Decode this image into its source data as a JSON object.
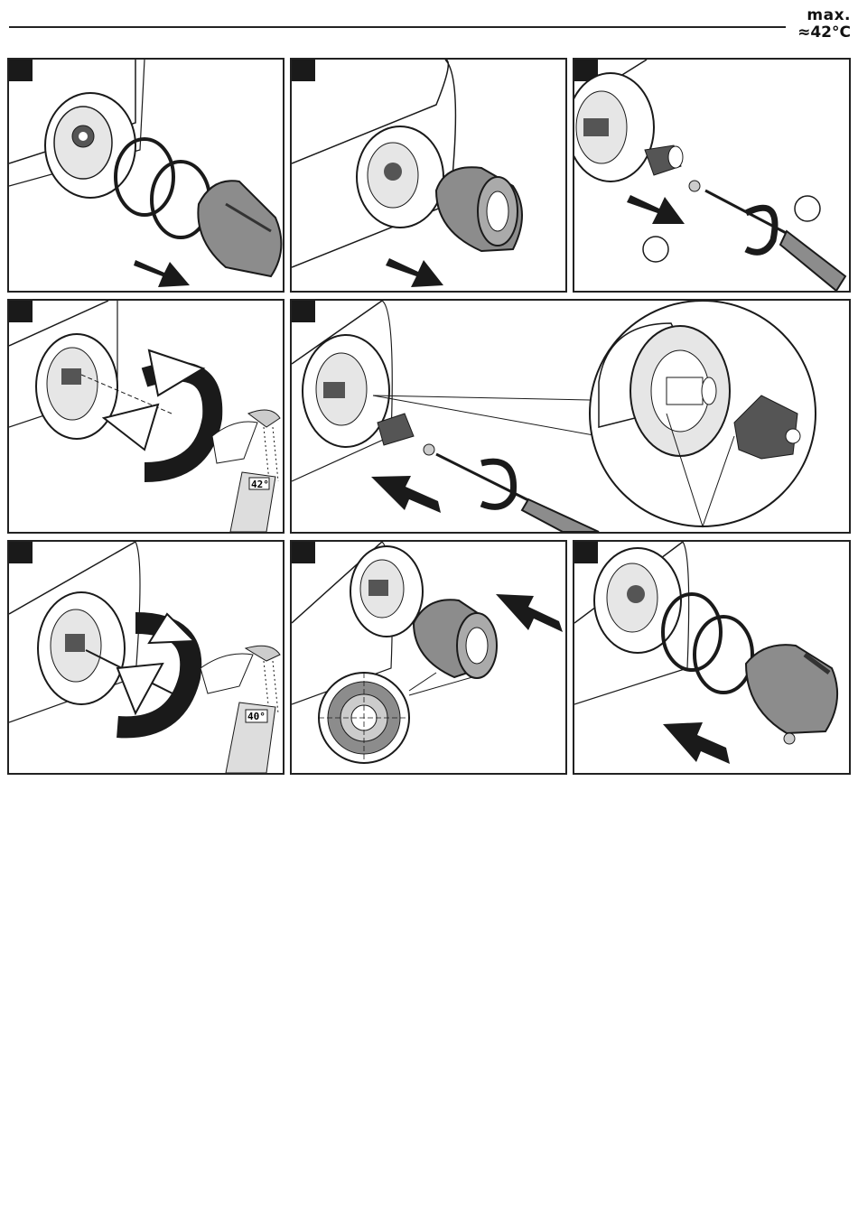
{
  "header": {
    "max_label": "max.",
    "temp_label": "≈42°C"
  },
  "panels": {
    "p4": {
      "display": "42°"
    },
    "p6": {
      "display": "40°"
    }
  },
  "colors": {
    "line": "#1a1a1a",
    "part_gray": "#8c8c8c",
    "part_light": "#c8c8c8",
    "arrow": "#1a1a1a"
  },
  "icons": {
    "arrow": "arrow-icon",
    "rotate": "rotate-icon",
    "screwdriver": "screwdriver-icon",
    "shower_head": "shower-head-icon",
    "thermometer": "thermometer-icon"
  }
}
